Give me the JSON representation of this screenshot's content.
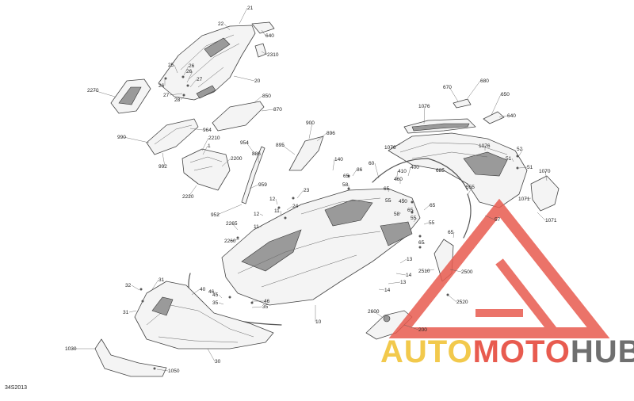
{
  "diagram": {
    "id_label": "34S2013",
    "callouts": [
      {
        "id": "c21",
        "text": "21"
      },
      {
        "id": "c22",
        "text": "22"
      },
      {
        "id": "c640a",
        "text": "640"
      },
      {
        "id": "c2310",
        "text": "2310"
      },
      {
        "id": "c25",
        "text": "25"
      },
      {
        "id": "c26a",
        "text": "26"
      },
      {
        "id": "c26b",
        "text": "26"
      },
      {
        "id": "c26c",
        "text": "26"
      },
      {
        "id": "c27a",
        "text": "27"
      },
      {
        "id": "c27b",
        "text": "27"
      },
      {
        "id": "c28",
        "text": "28"
      },
      {
        "id": "c20",
        "text": "20"
      },
      {
        "id": "c2270",
        "text": "2270"
      },
      {
        "id": "c850",
        "text": "850"
      },
      {
        "id": "c870a",
        "text": "870"
      },
      {
        "id": "c964",
        "text": "964"
      },
      {
        "id": "c990",
        "text": "990"
      },
      {
        "id": "c2210",
        "text": "2210"
      },
      {
        "id": "c1",
        "text": "1"
      },
      {
        "id": "c992",
        "text": "992"
      },
      {
        "id": "c2200",
        "text": "2200"
      },
      {
        "id": "c2220",
        "text": "2220"
      },
      {
        "id": "c954",
        "text": "954"
      },
      {
        "id": "c886",
        "text": "886"
      },
      {
        "id": "c959",
        "text": "959"
      },
      {
        "id": "c952",
        "text": "952"
      },
      {
        "id": "c900",
        "text": "900"
      },
      {
        "id": "c896",
        "text": "896"
      },
      {
        "id": "c895",
        "text": "895"
      },
      {
        "id": "c670",
        "text": "670"
      },
      {
        "id": "c680",
        "text": "680"
      },
      {
        "id": "c650",
        "text": "650"
      },
      {
        "id": "c640b",
        "text": "640"
      },
      {
        "id": "c1076a",
        "text": "1076"
      },
      {
        "id": "c1076b",
        "text": "1076"
      },
      {
        "id": "c1076c",
        "text": "1076"
      },
      {
        "id": "c52",
        "text": "52"
      },
      {
        "id": "c51a",
        "text": "51"
      },
      {
        "id": "c51b",
        "text": "51"
      },
      {
        "id": "c1070",
        "text": "1070"
      },
      {
        "id": "c140",
        "text": "140"
      },
      {
        "id": "c60",
        "text": "60"
      },
      {
        "id": "c86",
        "text": "86"
      },
      {
        "id": "c65a",
        "text": "65"
      },
      {
        "id": "c410",
        "text": "410"
      },
      {
        "id": "c400",
        "text": "400"
      },
      {
        "id": "c685",
        "text": "685"
      },
      {
        "id": "c58a",
        "text": "58"
      },
      {
        "id": "c65b",
        "text": "65"
      },
      {
        "id": "c460",
        "text": "460"
      },
      {
        "id": "c55a",
        "text": "55"
      },
      {
        "id": "c450",
        "text": "450"
      },
      {
        "id": "c555",
        "text": "555"
      },
      {
        "id": "c1071a",
        "text": "1071"
      },
      {
        "id": "c1071b",
        "text": "1071"
      },
      {
        "id": "c12a",
        "text": "12"
      },
      {
        "id": "c23",
        "text": "23"
      },
      {
        "id": "c24",
        "text": "24"
      },
      {
        "id": "c11a",
        "text": "11"
      },
      {
        "id": "c12b",
        "text": "12"
      },
      {
        "id": "c11b",
        "text": "11"
      },
      {
        "id": "c2265",
        "text": "2265"
      },
      {
        "id": "c2260",
        "text": "2260"
      },
      {
        "id": "c58b",
        "text": "58"
      },
      {
        "id": "c65c",
        "text": "65"
      },
      {
        "id": "c55b",
        "text": "55"
      },
      {
        "id": "c65d",
        "text": "65"
      },
      {
        "id": "c55c",
        "text": "55"
      },
      {
        "id": "c57",
        "text": "57"
      },
      {
        "id": "c65e",
        "text": "65"
      },
      {
        "id": "c65f",
        "text": "65"
      },
      {
        "id": "c13a",
        "text": "13"
      },
      {
        "id": "c14a",
        "text": "14"
      },
      {
        "id": "c2510",
        "text": "2510"
      },
      {
        "id": "c2500",
        "text": "2500"
      },
      {
        "id": "c13b",
        "text": "13"
      },
      {
        "id": "c14b",
        "text": "14"
      },
      {
        "id": "c2520",
        "text": "2520"
      },
      {
        "id": "c32",
        "text": "32"
      },
      {
        "id": "c31a",
        "text": "31"
      },
      {
        "id": "c31b",
        "text": "31"
      },
      {
        "id": "c40",
        "text": "40"
      },
      {
        "id": "c45",
        "text": "45"
      },
      {
        "id": "c46a",
        "text": "46"
      },
      {
        "id": "c46b",
        "text": "46"
      },
      {
        "id": "c35a",
        "text": "35"
      },
      {
        "id": "c35b",
        "text": "35"
      },
      {
        "id": "c10",
        "text": "10"
      },
      {
        "id": "c2600",
        "text": "2600"
      },
      {
        "id": "c200",
        "text": "200"
      },
      {
        "id": "c30",
        "text": "30"
      },
      {
        "id": "c1030",
        "text": "1030"
      },
      {
        "id": "c1050",
        "text": "1050"
      }
    ]
  },
  "watermark": {
    "part1": "AUTO",
    "part2": "MOTO",
    "part3": "HUB",
    "colors": {
      "yellow": "#f2c94c",
      "red": "#e85b4f",
      "gray": "#6f6f6f"
    }
  }
}
